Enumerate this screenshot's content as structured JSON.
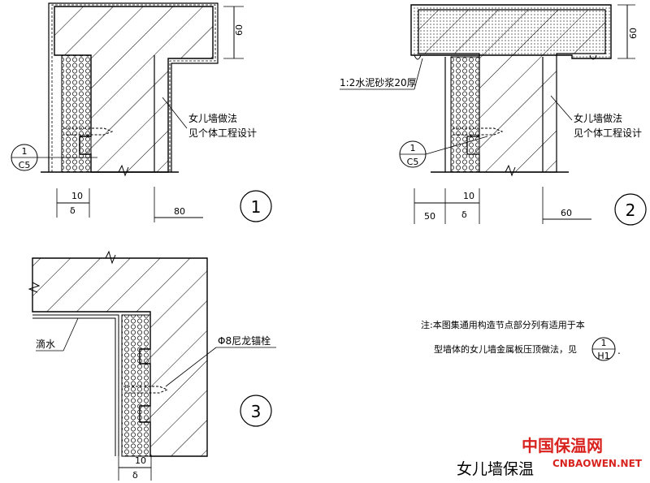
{
  "title": "女儿墙保温",
  "details": [
    {
      "number": "1",
      "labels": [
        "女儿墙做法",
        "见个体工程设计"
      ],
      "ref": {
        "top": "1",
        "bottom": "C5"
      },
      "dims": {
        "vertical": "60",
        "small": "10",
        "delta": "δ",
        "right": "80"
      }
    },
    {
      "number": "2",
      "mortar": "1:2水泥砂浆20厚",
      "labels": [
        "女儿墙做法",
        "见个体工程设计"
      ],
      "ref": {
        "top": "1",
        "bottom": "C5"
      },
      "dims": {
        "vertical": "60",
        "left": "50",
        "small": "10",
        "delta": "δ",
        "right": "60"
      }
    },
    {
      "number": "3",
      "drip": "滴水",
      "anchor": "Φ8尼龙锚栓",
      "dims": {
        "small": "10",
        "delta": "δ"
      }
    }
  ],
  "note": {
    "line1": "注:本图集通用构造节点部分列有适用于本",
    "line2": "型墙体的女儿墙金属板压顶做法，见",
    "ref": {
      "top": "1",
      "bottom": "H1"
    }
  },
  "watermark": {
    "cn": "中国保温网",
    "en": "CNBAOWEN.NET"
  },
  "colors": {
    "line": "#000000",
    "watermark": "#d8231f"
  }
}
